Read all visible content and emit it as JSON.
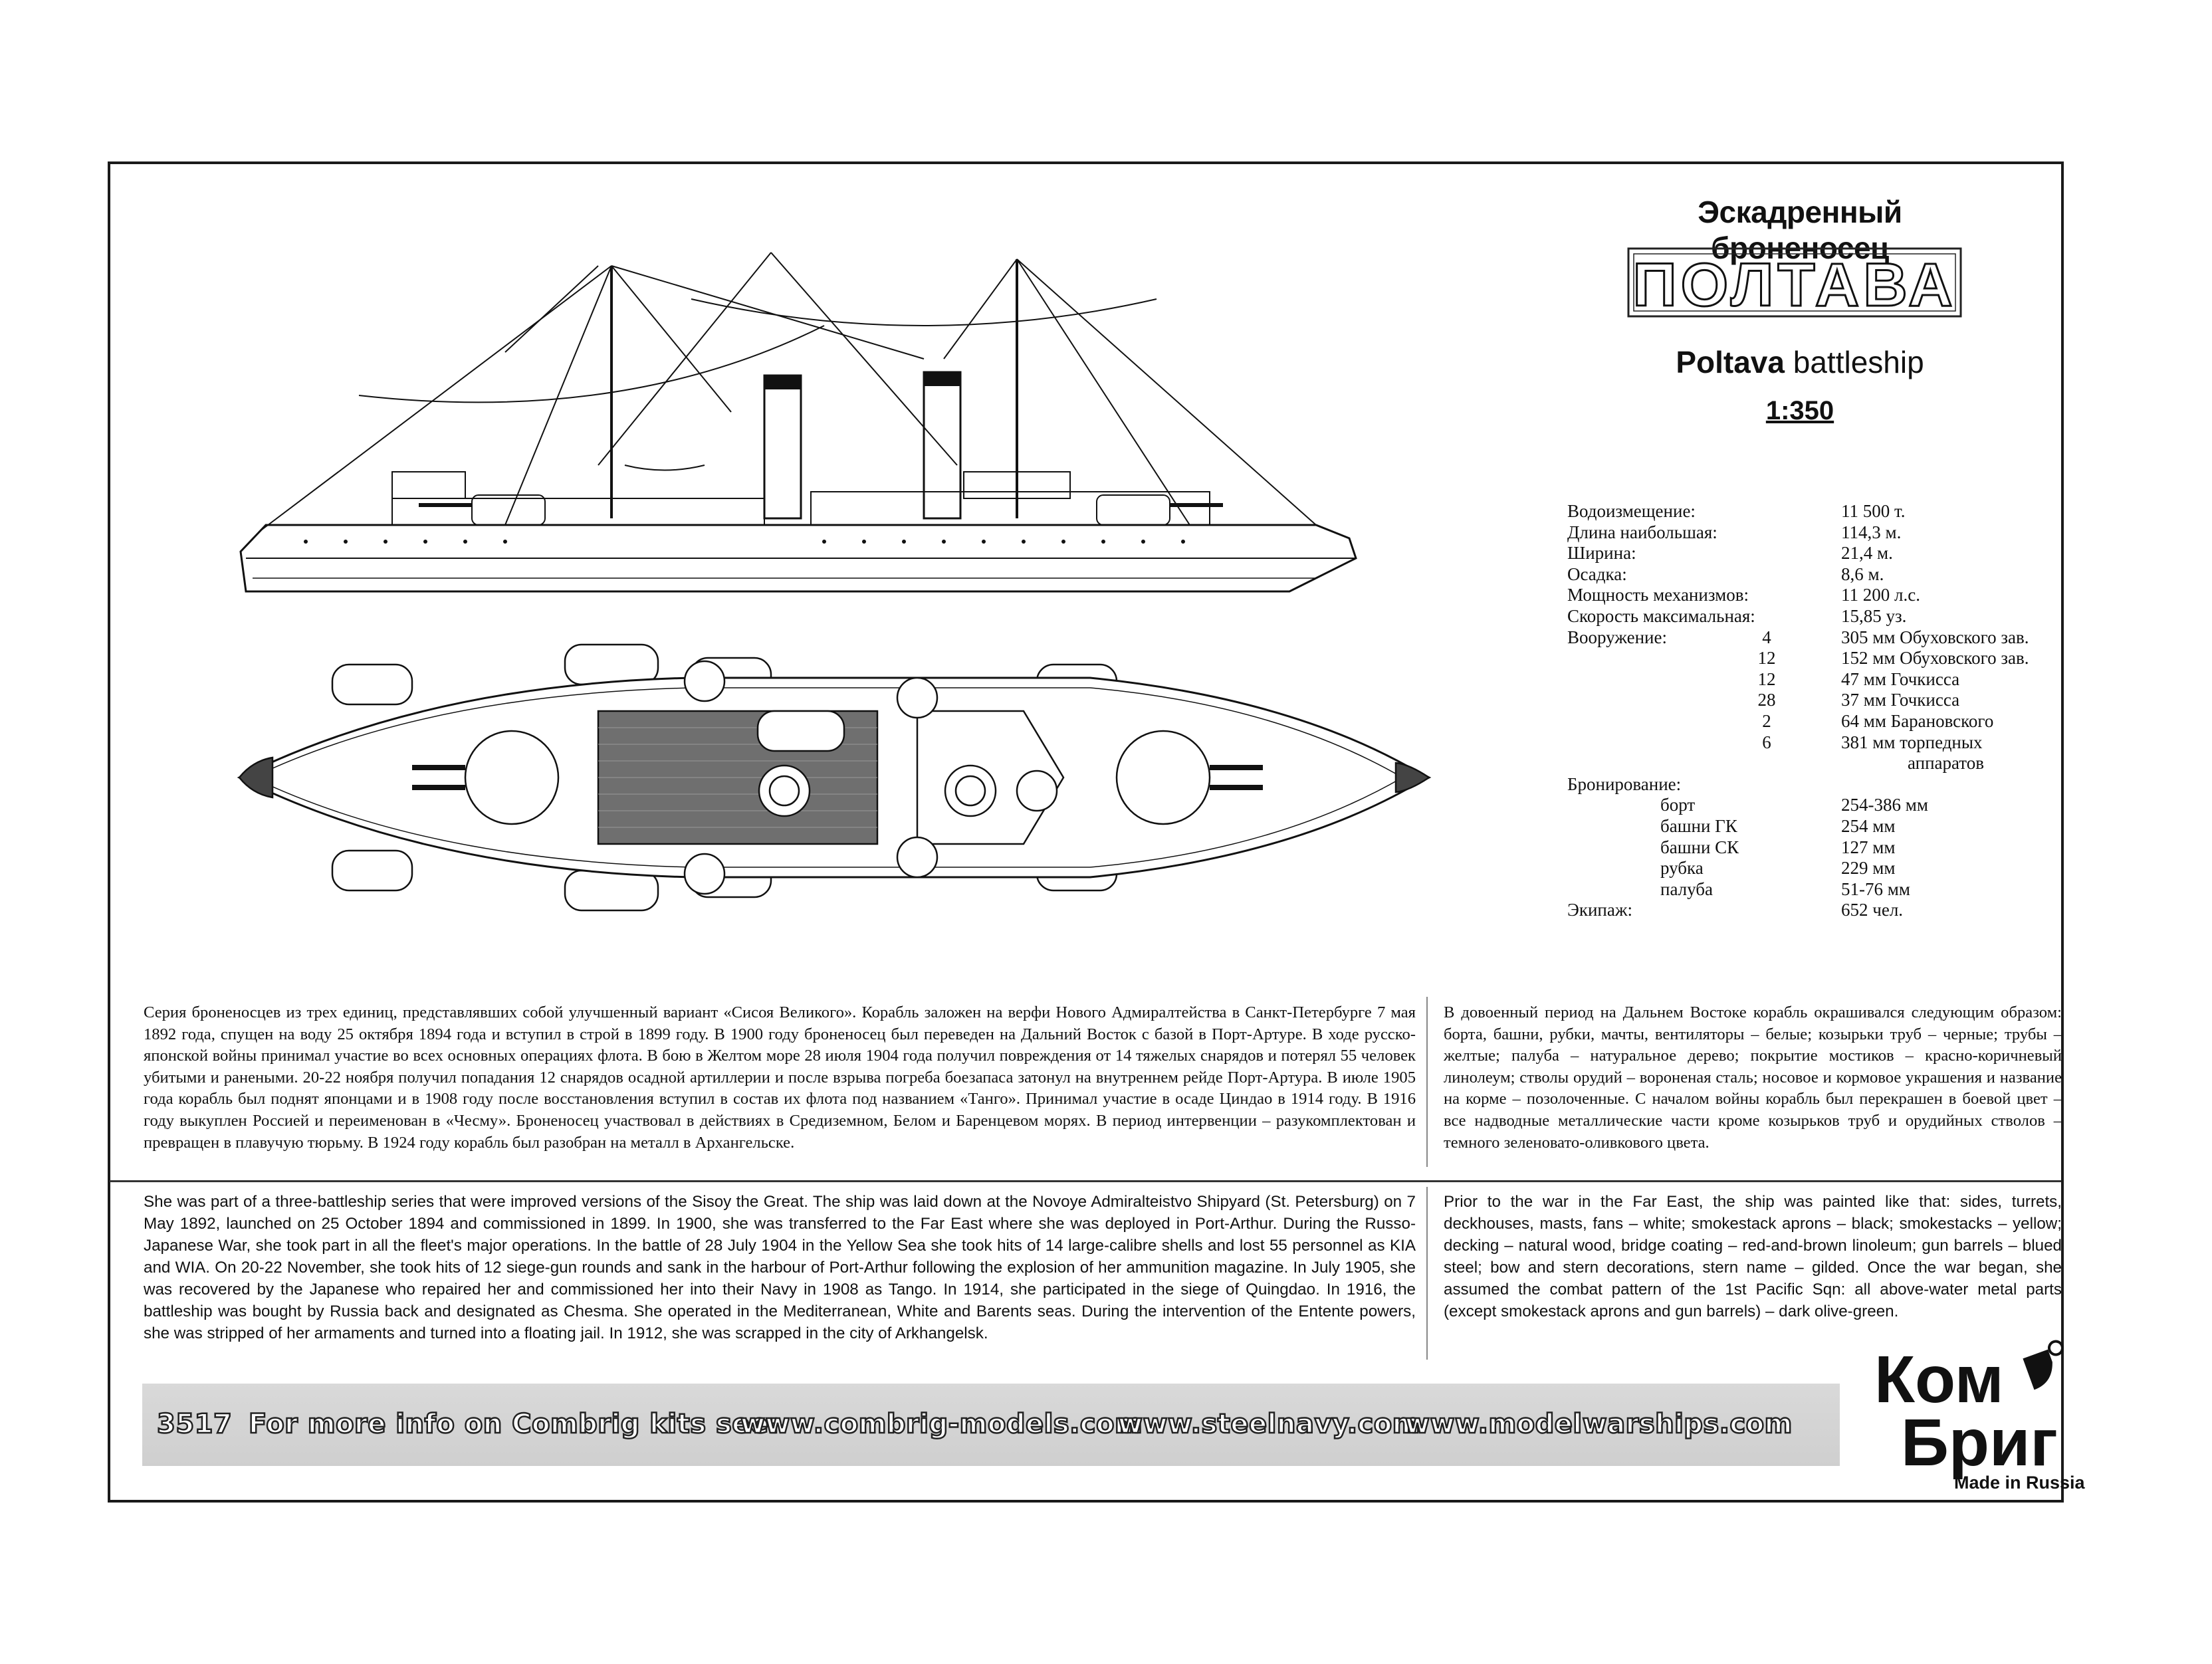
{
  "header": {
    "subtitle_ru": "Эскадренный броненосец",
    "name_ru": "ПОЛТАВА",
    "name_en": "Poltava",
    "type_en": "battleship",
    "scale": "1:350"
  },
  "specs": {
    "rows": [
      {
        "label": "Водоизмещение:",
        "value": "11 500 т."
      },
      {
        "label": "Длина наибольшая:",
        "value": "114,3 м."
      },
      {
        "label": "Ширина:",
        "value": "21,4 м."
      },
      {
        "label": "Осадка:",
        "value": "8,6 м."
      },
      {
        "label": "Мощность механизмов:",
        "value": "11 200 л.с."
      },
      {
        "label": "Скорость максимальная:",
        "value": "15,85 уз."
      }
    ],
    "armament_label": "Вооружение:",
    "armament": [
      {
        "qty": "4",
        "value": "305 мм Обуховского зав."
      },
      {
        "qty": "12",
        "value": "152 мм Обуховского зав."
      },
      {
        "qty": "12",
        "value": "47 мм Гочкисса"
      },
      {
        "qty": "28",
        "value": "37 мм Гочкисса"
      },
      {
        "qty": "2",
        "value": "64 мм Барановского"
      },
      {
        "qty": "6",
        "value": "381 мм торпедных"
      }
    ],
    "armament_cont": "аппаратов",
    "armor_label": "Бронирование:",
    "armor": [
      {
        "label": "борт",
        "value": "254-386 мм"
      },
      {
        "label": "башни ГК",
        "value": "254 мм"
      },
      {
        "label": "башни СК",
        "value": "127 мм"
      },
      {
        "label": "рубка",
        "value": "229 мм"
      },
      {
        "label": "палуба",
        "value": "51-76 мм"
      }
    ],
    "crew_label": "Экипаж:",
    "crew_value": "652 чел."
  },
  "text": {
    "ru_history": "Серия броненосцев из трех единиц, представлявших собой улучшенный вариант «Сисоя Великого». Корабль заложен на верфи Нового Адмиралтейства в Санкт-Петербурге 7 мая 1892 года, спущен на воду 25 октября 1894 года и вступил в строй в 1899 году. В 1900 году броненосец был переведен на Дальний Восток с базой в Порт-Артуре. В ходе русско-японской войны принимал участие во всех основных операциях флота. В бою в Желтом море 28 июля 1904 года получил повреждения от 14 тяжелых снарядов и потерял 55 человек убитыми и ранеными. 20-22 ноября получил попадания 12 снарядов осадной артиллерии и после взрыва погреба боезапаса затонул на внутреннем рейде Порт-Артура. В июле 1905 года корабль был поднят японцами и в 1908 году после восстановления вступил в состав их флота под названием «Танго». Принимал участие в осаде Циндао в 1914 году. В 1916 году выкуплен Россией и переименован в «Чесму». Броненосец участвовал в действиях в Средиземном, Белом и Баренцевом морях. В период интервенции – разукомплектован и превращен в плавучую тюрьму. В 1924 году корабль был разобран на металл в Архангельске.",
    "ru_paint": "В довоенный период на Дальнем Востоке корабль окрашивался следующим образом: борта, башни, рубки, мачты, вентиляторы – белые; козырьки труб – черные; трубы – желтые; палуба – натуральное дерево; покрытие мостиков – красно-коричневый линолеум; стволы орудий – вороненая сталь; носовое и кормовое украшения и название на корме – позолоченные. С началом войны корабль был перекрашен в боевой цвет – все надводные металлические части кроме козырьков труб и орудийных стволов – темного зеленовато-оливкового цвета.",
    "en_history": "She was part of a three-battleship series that were improved versions of the Sisoy the Great. The ship was laid down at the Novoye Admiralteistvo Shipyard (St. Petersburg) on 7 May 1892, launched on 25 October 1894 and commissioned in 1899. In 1900, she was transferred to the Far East where she was deployed in Port-Arthur. During the Russo-Japanese War, she took part in all the fleet's major operations. In the battle of 28 July 1904 in the Yellow Sea she took hits of 14 large-calibre shells and lost 55 personnel as KIA and WIA. On 20-22 November, she took hits of 12 siege-gun rounds and sank in the harbour of Port-Arthur following the explosion of her ammunition magazine. In July 1905, she was recovered by the Japanese who repaired her and commissioned her into their Navy in 1908 as Tango. In 1914, she participated in the siege of Quingdao. In 1916, the battleship was bought by Russia back and designated as Chesma. She operated in the Mediterranean, White and Barents seas. During the intervention of the Entente powers, she was stripped of her armaments and turned into a floating jail. In 1912, she was scrapped in the city of Arkhangelsk.",
    "en_paint": "Prior to the war in the Far East, the ship was painted like that: sides, turrets, deckhouses, masts, fans – white; smokestack aprons – black; smokestacks – yellow; decking – natural wood, bridge coating – red-and-brown linoleum; gun barrels – blued steel; bow and stern decorations, stern name – gilded. Once the war began, she assumed the combat pattern of the 1st Pacific Sqn: all above-water metal parts (except smokestack aprons and gun barrels) – dark olive-green."
  },
  "footer": {
    "kit_number": "3517",
    "info_text": "For more info on Combrig kits see:",
    "links": [
      "www.combrig-models.com",
      "www.steelnavy.com",
      "www.modelwarships.com"
    ],
    "logo_line1": "Ком",
    "logo_line2": "Бриг",
    "made_in": "Made in Russia"
  },
  "colors": {
    "ink": "#111111",
    "frame": "#1a1a1a",
    "banner": "#d4d4d4",
    "deck_wood": "#6f6f6f"
  }
}
